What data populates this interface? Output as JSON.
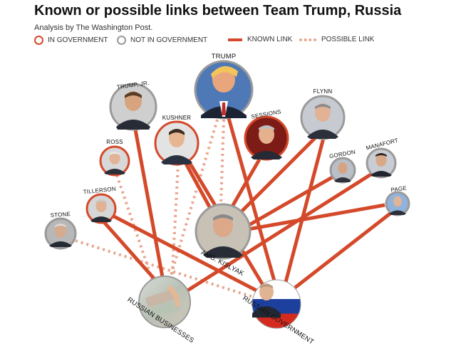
{
  "title": "Known or possible links between Team Trump, Russia",
  "subtitle": "Analysis by The Washington Post.",
  "legend": {
    "in_government": "IN GOVERNMENT",
    "not_in_government": "NOT IN GOVERNMENT",
    "known_link": "KNOWN LINK",
    "possible_link": "POSSIBLE LINK"
  },
  "colors": {
    "in_government": "#d4492a",
    "not_in_government": "#9a9a9a",
    "known_link": "#d4492a",
    "possible_link": "#e8a68f"
  },
  "nodes": {
    "trump": "TRUMP",
    "trump_jr": "TRUMP, JR.",
    "kushner": "KUSHNER",
    "sessions": "SESSIONS",
    "flynn": "FLYNN",
    "ross": "ROSS",
    "gordon": "GORDON",
    "manafort": "MANAFORT",
    "tillerson": "TILLERSON",
    "page": "PAGE",
    "stone": "STONE",
    "kislyak": "AMB. KISLYAK",
    "russian_businesses": "RUSSIAN BUSINESSES",
    "russian_government": "RUSSIAN GOVERNMENT"
  }
}
